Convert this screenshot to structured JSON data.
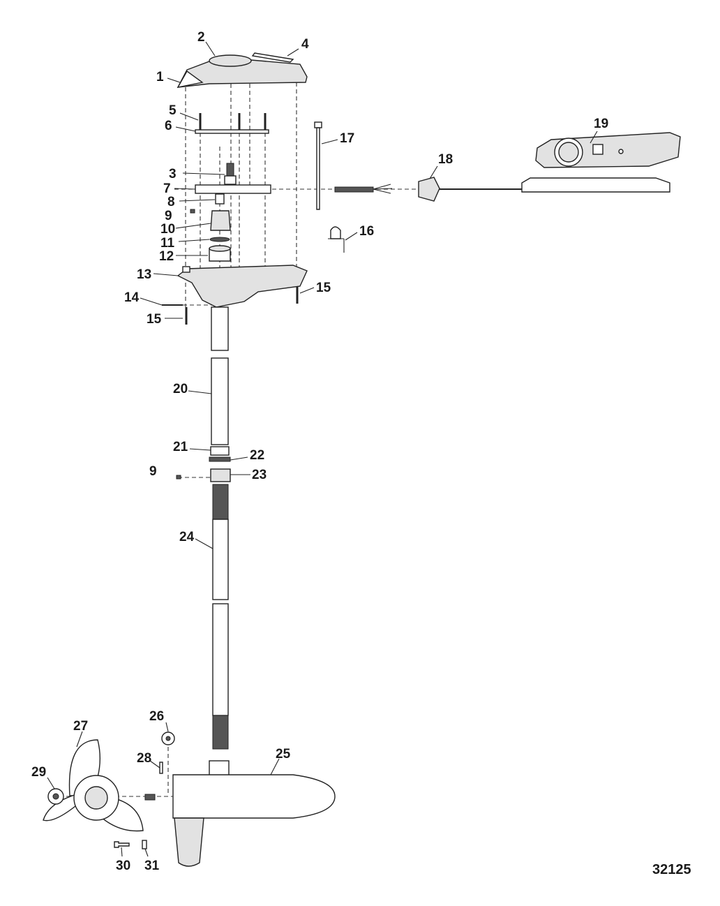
{
  "figure_number": "32125",
  "callouts": {
    "c1": "1",
    "c2": "2",
    "c3": "3",
    "c4": "4",
    "c5": "5",
    "c6": "6",
    "c7": "7",
    "c8": "8",
    "c9a": "9",
    "c9b": "9",
    "c10": "10",
    "c11": "11",
    "c12": "12",
    "c13": "13",
    "c14": "14",
    "c15a": "15",
    "c15b": "15",
    "c16": "16",
    "c17": "17",
    "c18": "18",
    "c19": "19",
    "c20": "20",
    "c21": "21",
    "c22": "22",
    "c23": "23",
    "c24": "24",
    "c25": "25",
    "c26": "26",
    "c27": "27",
    "c28": "28",
    "c29": "29",
    "c30": "30",
    "c31": "31"
  }
}
